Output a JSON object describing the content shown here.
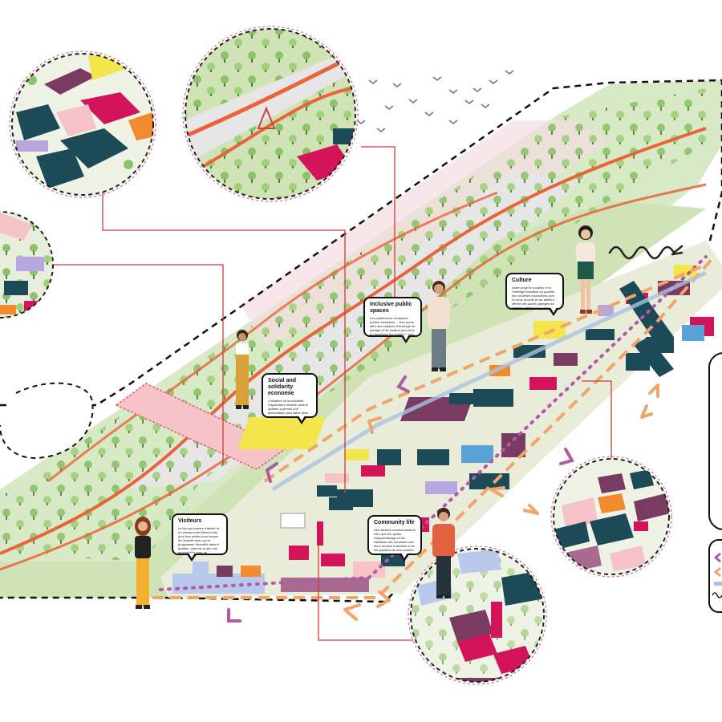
{
  "labels": {
    "inclusive": {
      "title": "Inclusive public spaces",
      "text": "Les plateformes d'espaces publics inclusives : - Des ponts offre des espaces d'échange de partage et de relation pour tous en favorisant les quartiers avec ses marqueurs de ses lieux"
    },
    "culture": {
      "title": "Culture",
      "text": "Notre projet a vocation en a l'héritage industriel du quartier, les nouvelles expositions sont un lieux ouverts et les ateliers offrent des accès partagés de création artistique au cœur du projet"
    },
    "social": {
      "title": "Social and solidarity economie",
      "text": "L'initiative de la solidarité d'agriculture urbaine dans le quartier a permis une alimentation plus saine ainsi qu'une économie créée et économique ouvrant de l'échange pour du lien solidaire"
    },
    "visiteurs": {
      "title": "Visiteurs",
      "text": "Le lieu qui formée d'atelier la ou viennent des Beaux-Arts pour leur métier pour besoin de l'activité avec qu'un programme diversifié dans le quartier, cela est un jeu une accessibilité pour un rayonnement"
    },
    "community": {
      "title": "Community life",
      "text": "Des ateliers communautaires offre que les cycles d'apprentissage et les habitants des nouveaux aux deux terrains ensemble à vie les quartiers de leur quartier, nous apprécions plus de relation avec ces quartiers"
    }
  },
  "colors": {
    "park": "#cfe3b7",
    "park_dark": "#9dc77f",
    "path_orange": "#e9633b",
    "path_red": "#d9343f",
    "pink_ground": "#f4d9dc",
    "navy": "#1d4a57",
    "plum": "#7a3b62",
    "magenta": "#d4145a",
    "yellow": "#f2e64a",
    "lavender": "#b8a6e0",
    "orange": "#f28a2e",
    "tree": "#8bc26a",
    "leader": "#d23a3a",
    "arrow_orange": "#f0a56a",
    "arrow_purple": "#b05aa8"
  },
  "icons": [
    "bird-icon",
    "person-icon",
    "tree-icon",
    "building-icon",
    "arrow-icon"
  ]
}
